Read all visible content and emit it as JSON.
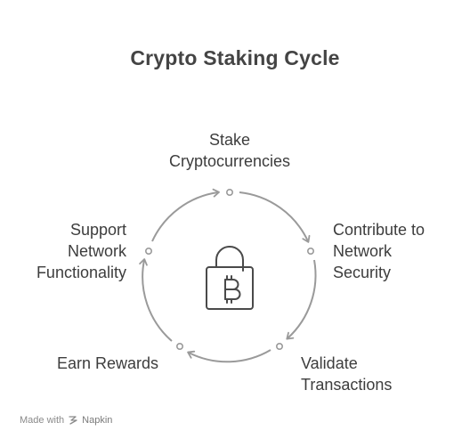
{
  "title": "Crypto Staking Cycle",
  "steps": [
    {
      "label": "Stake\nCryptocurrencies"
    },
    {
      "label": "Contribute to\nNetwork\nSecurity"
    },
    {
      "label": "Validate\nTransactions"
    },
    {
      "label": "Earn Rewards"
    },
    {
      "label": "Support\nNetwork\nFunctionality"
    }
  ],
  "center_icon": "bitcoin-padlock-icon",
  "footer": {
    "made_with": "Made with",
    "brand": "Napkin"
  },
  "colors": {
    "stroke": "#9a9a9a",
    "icon": "#4a4a4a",
    "text": "#3d3d3d"
  }
}
